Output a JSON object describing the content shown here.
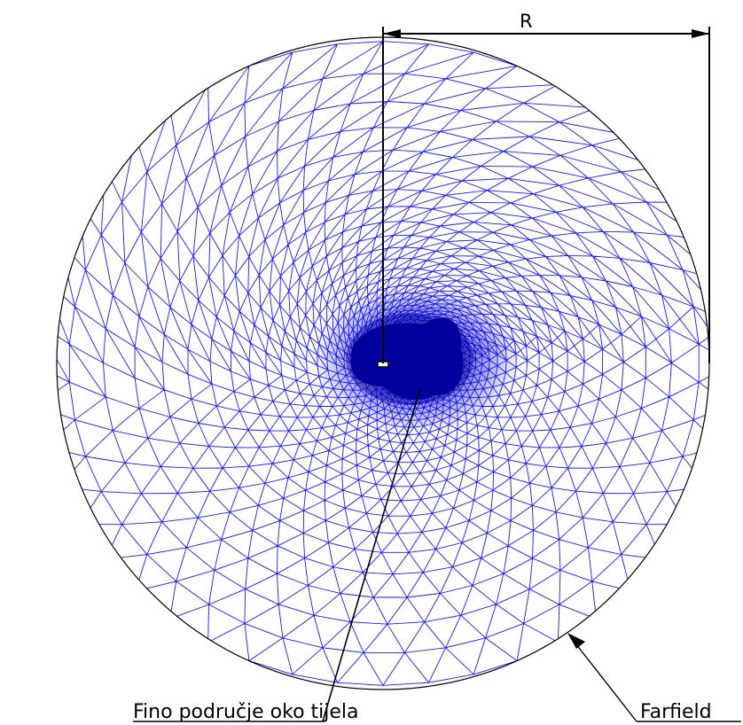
{
  "labels": {
    "radius": "R",
    "fine_region": "Fino područje oko tijela",
    "farfield": "Farfield"
  },
  "colors": {
    "mesh": "#1a1aff",
    "mesh_dense": "#0000a8",
    "outline": "#000000",
    "background": "#ffffff"
  }
}
